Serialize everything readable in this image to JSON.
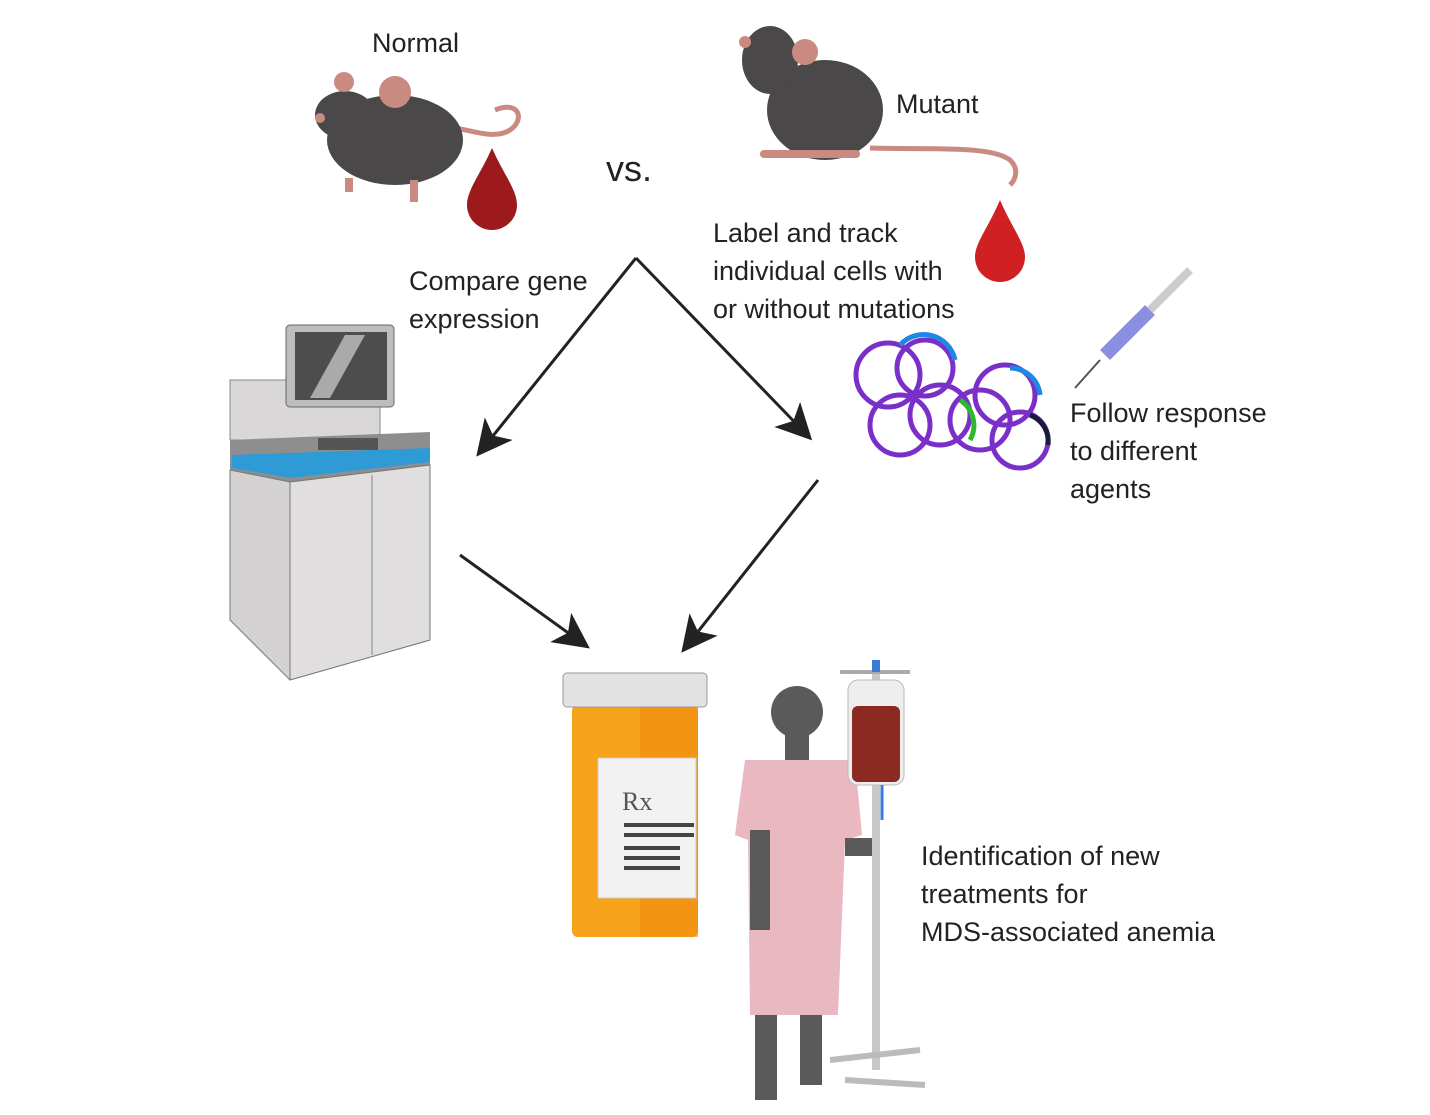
{
  "labels": {
    "normal": "Normal",
    "vs": "vs.",
    "mutant": "Mutant",
    "label_track": [
      "Label and track",
      "individual cells with",
      "or without mutations"
    ],
    "compare": [
      "Compare gene",
      "expression"
    ],
    "follow": [
      "Follow response",
      "to different",
      "agents"
    ],
    "identification": [
      "Identification of new",
      "treatments for",
      "MDS-associated anemia"
    ],
    "rx": "Rx"
  },
  "colors": {
    "mouse": "#4a4848",
    "blood": "#b3191c",
    "arrow": "#222222",
    "plasmid_purple": "#7b2fc9",
    "plasmid_blue": "#1e88e5",
    "bottle_orange": "#f7a21b",
    "gown": "#eab8c0",
    "silhouette": "#5a5a5a"
  }
}
